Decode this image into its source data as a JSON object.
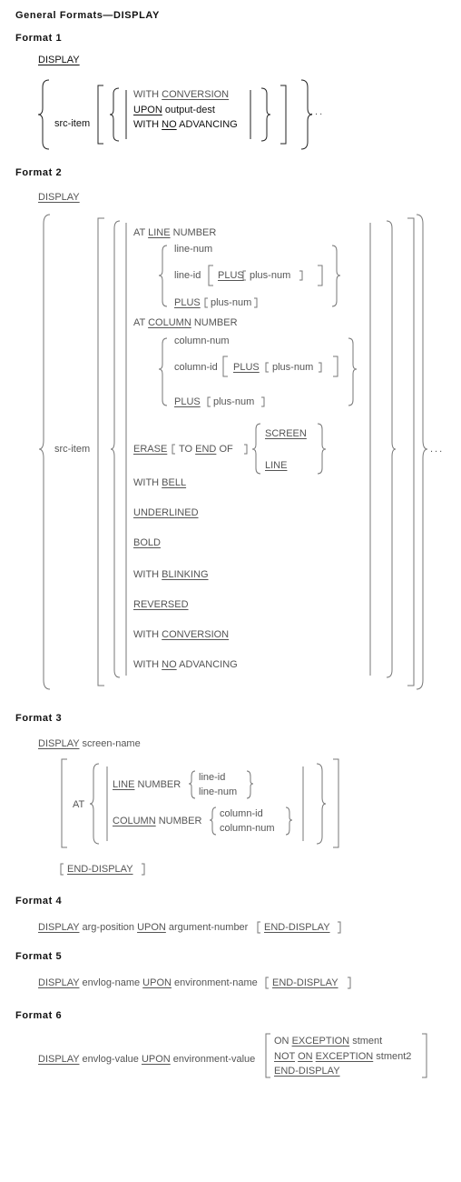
{
  "title": "General Formats—DISPLAY",
  "kw": {
    "display": "DISPLAY",
    "with": "WITH",
    "no": "NO",
    "advancing": "ADVANCING",
    "conversion": "CONVERSION",
    "upon": "UPON",
    "at": "AT",
    "line": "LINE",
    "column": "COLUMN",
    "number": "NUMBER",
    "plus": "PLUS",
    "erase": "ERASE",
    "to": "TO",
    "end": "END",
    "of": "OF",
    "screen": "SCREEN",
    "bell": "BELL",
    "underlined": "UNDERLINED",
    "bold": "BOLD",
    "blinking": "BLINKING",
    "reversed": "REVERSED",
    "end_display": "END-DISPLAY",
    "on": "ON",
    "not": "NOT",
    "exception": "EXCEPTION",
    "ellipsis": "..."
  },
  "ops": {
    "src_item": "src-item",
    "output_dest": "output-dest",
    "line_num": "line-num",
    "line_id": "line-id",
    "plus_num": "plus-num",
    "column_num": "column-num",
    "column_id": "column-id",
    "screen_name": "screen-name",
    "arg_position": "arg-position",
    "argument_number": "argument-number",
    "envlog_name": "envlog-name",
    "environment_name": "environment-name",
    "envlog_value": "envlog-value",
    "environment_value": "environment-value",
    "stment": "stment",
    "stment2": "stment2"
  },
  "formats": [
    "Format 1",
    "Format 2",
    "Format 3",
    "Format 4",
    "Format 5",
    "Format 6"
  ]
}
